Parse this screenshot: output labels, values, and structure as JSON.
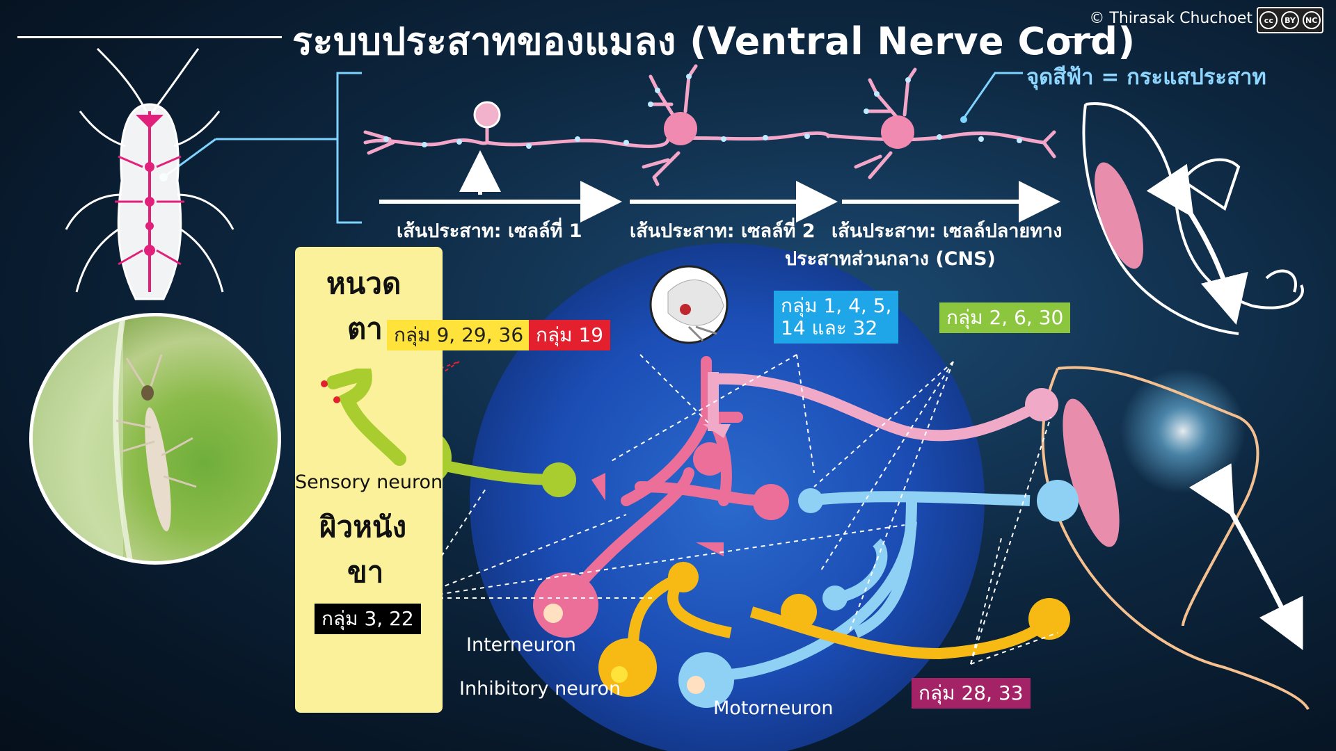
{
  "header": {
    "title": "ระบบประสาทของแมลง (Ventral Nerve Cord)",
    "copyright": "© Thirasak Chuchoet",
    "license_badge": [
      "cc",
      "BY",
      "NC"
    ]
  },
  "legend": {
    "text": "จุดสีฟ้า = กระแสประสาท"
  },
  "neuron_chain": {
    "stages": [
      "เส้นประสาท: เซลล์ที่ 1",
      "เส้นประสาท: เซลล์ที่ 2",
      "เส้นประสาท: เซลล์ปลายทาง"
    ],
    "cns_label": "ประสาทส่วนกลาง (CNS)"
  },
  "panel": {
    "antenna_label_line1": "หนวด",
    "antenna_label_line2": "ตา",
    "skin_label": "ผิวหนัง",
    "leg_label": "ขา"
  },
  "groups": {
    "yellow": "กลุ่ม 9, 29, 36",
    "red": "กลุ่ม 19",
    "blue_line1": "กลุ่ม 1, 4, 5,",
    "blue_line2": "14 และ 32",
    "green": "กลุ่ม 2, 6, 30",
    "black": "กลุ่ม 3, 22",
    "magenta": "กลุ่ม 28, 33"
  },
  "neurons": {
    "sensory": "Sensory neuron",
    "interneuron": "Interneuron",
    "inhibitory": "Inhibitory neuron",
    "motorneuron": "Motorneuron"
  },
  "colors": {
    "sensory": "#a9cc2f",
    "interneuron": "#ec6f9a",
    "inhibitory": "#f7b913",
    "motorneuron": "#8fd0f5",
    "muscle_neuron": "#f0a9c6",
    "impulse_dot": "#8fd6ff",
    "panel": "#fbf19a"
  },
  "icons": [
    "insect-diagram-icon",
    "thrips-photo-icon",
    "muscle-arm-icon",
    "muscle-leg-icon",
    "insect-head-inset-icon",
    "neuron-cell-icon"
  ]
}
